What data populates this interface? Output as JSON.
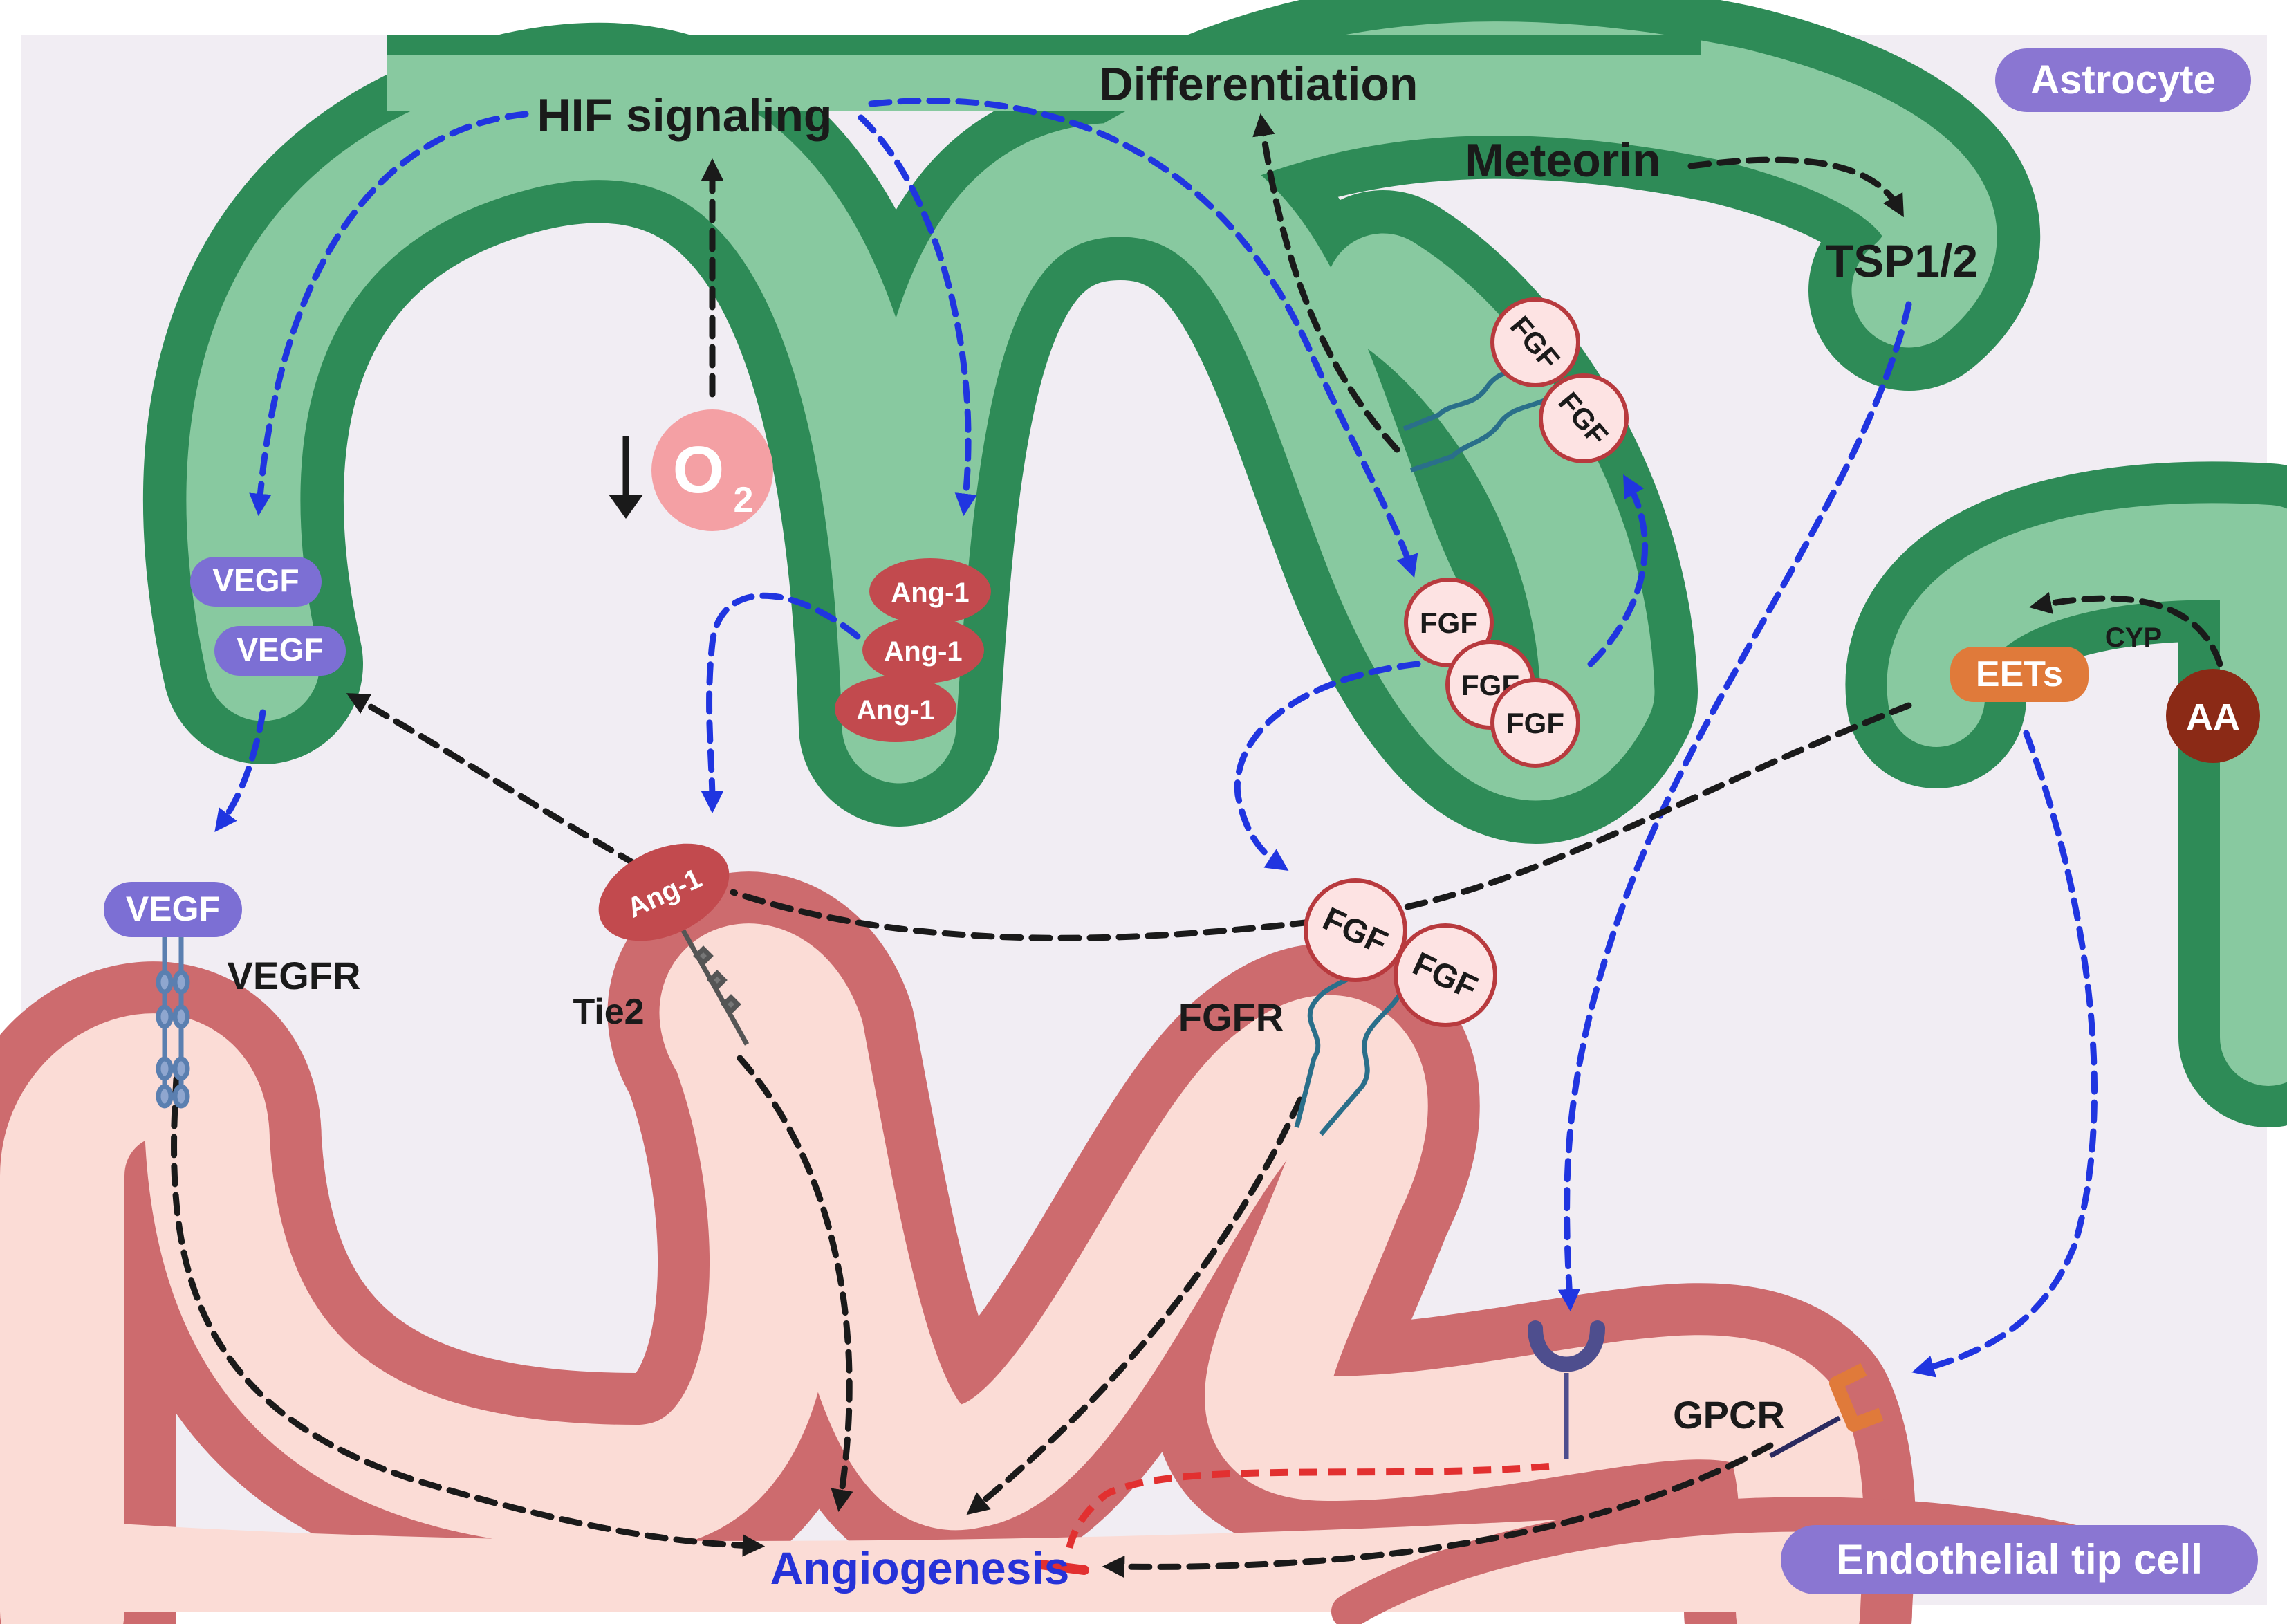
{
  "badges": {
    "astrocyte": "Astrocyte",
    "endothelial": "Endothelial tip cell"
  },
  "labels": {
    "hif_signaling": "HIF signaling",
    "differentiation": "Differentiation",
    "meteorin": "Meteorin",
    "tsp": "TSP1/2",
    "o2": "O",
    "o2_sub": "2",
    "vegfr": "VEGFR",
    "tie2": "Tie2",
    "fgfr": "FGFR",
    "gpcr": "GPCR",
    "cyp": "CYP",
    "angiogenesis": "Angiogenesis"
  },
  "molecules": {
    "vegf": "VEGF",
    "ang1": "Ang-1",
    "fgf": "FGF",
    "eets": "EETs",
    "aa": "AA"
  },
  "colors": {
    "astro_outer": "#2e8b57",
    "astro_inner": "#88c9a0",
    "endo_outer": "#cd6b6e",
    "endo_inner": "#fbdcd6",
    "background": "#f1edf3",
    "badge": "#8a76d2",
    "vegf": "#7c6fd4",
    "ang1": "#c24a4e",
    "fgf_fill": "#fde3e3",
    "fgf_stroke": "#b83a3e",
    "eets": "#e07a3a",
    "aa": "#8b2a16",
    "o2": "#f4a0a4",
    "blue_arrow": "#2035e0",
    "black_arrow": "#1a1a1a",
    "inhibit": "#e23030",
    "angiogenesis_text": "#2632d8"
  }
}
